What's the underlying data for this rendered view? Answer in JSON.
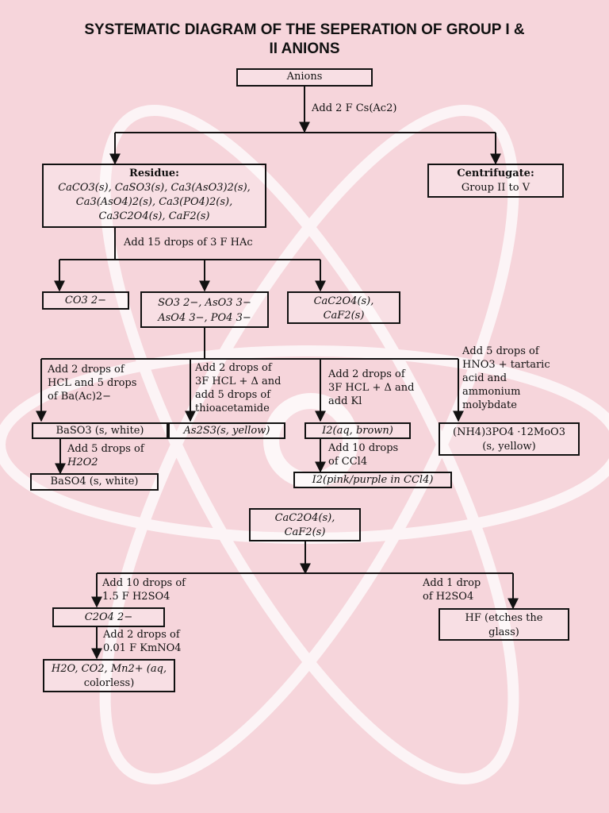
{
  "title_line1": "SYSTEMATIC DIAGRAM OF THE SEPERATION OF GROUP I &",
  "title_line2": "II ANIONS",
  "nodes": {
    "anions": "Anions",
    "residue_head": "Residue:",
    "residue_l1": "CaCO3(s), CaSO3(s), Ca3(AsO3)2(s),",
    "residue_l2": "Ca3(AsO4)2(s), Ca3(PO4)2(s),",
    "residue_l3": "Ca3C2O4(s), CaF2(s)",
    "centrifugate_head": "Centrifugate:",
    "centrifugate_body": "Group II to V",
    "co3": "CO3 2−",
    "so3_l1": "SO3 2−, AsO3 3−",
    "so3_l2": "AsO4 3−, PO4 3−",
    "cac2o4_l1": "CaC2O4(s),",
    "cac2o4_l2": "CaF2(s)",
    "baso3": "BaSO3 (s, white)",
    "baso4": "BaSO4 (s, white)",
    "as2s3": "As2S3(s, yellow)",
    "i2": "I2(aq, brown)",
    "i2_ccl4": "I2(pink/purple in CCl4)",
    "nh4po4_l1": "(NH4)3PO4 ·12MoO3",
    "nh4po4_l2": "(s, yellow)",
    "cac2o4b_l1": "CaC2O4(s),",
    "cac2o4b_l2": "CaF2(s)",
    "c2o4": "C2O4 2−",
    "products_l1": "H2O, CO2, Mn2+ (aq,",
    "products_l2": "colorless)",
    "hf_l1": "HF (etches the",
    "hf_l2": "glass)"
  },
  "steps": {
    "add_cs": "Add 2 F Cs(Ac2)",
    "add_hac": "Add 15 drops of 3 F HAc",
    "add_ba_l1": "Add 2 drops of",
    "add_ba_l2": "HCL and 5 drops",
    "add_ba_l3": "of Ba(Ac)2−",
    "add_h2o2_l1": "Add 5 drops of",
    "add_h2o2_l2": "H2O2",
    "add_thio_l1": "Add 2 drops of",
    "add_thio_l2": "3F HCL + Δ and",
    "add_thio_l3": "add 5 drops of",
    "add_thio_l4": "thioacetamide",
    "add_ki_l1": "Add 2 drops of",
    "add_ki_l2": "3F HCL + Δ and",
    "add_ki_l3": "add Kl",
    "add_ccl4_l1": "Add 10 drops",
    "add_ccl4_l2": "of CCl4",
    "add_hno3_l1": "Add 5 drops of",
    "add_hno3_l2": "HNO3 + tartaric",
    "add_hno3_l3": "acid and",
    "add_hno3_l4": "ammonium",
    "add_hno3_l5": "molybdate",
    "add_h2so4_l1": "Add 10 drops of",
    "add_h2so4_l2": "1.5 F H2SO4",
    "add_kmno4_l1": "Add 2 drops of",
    "add_kmno4_l2": "0.01 F KmNO4",
    "add_h2so4b_l1": "Add 1 drop",
    "add_h2so4b_l2": "of H2SO4"
  },
  "colors": {
    "background": "#f6d5db",
    "line": "#111111"
  }
}
